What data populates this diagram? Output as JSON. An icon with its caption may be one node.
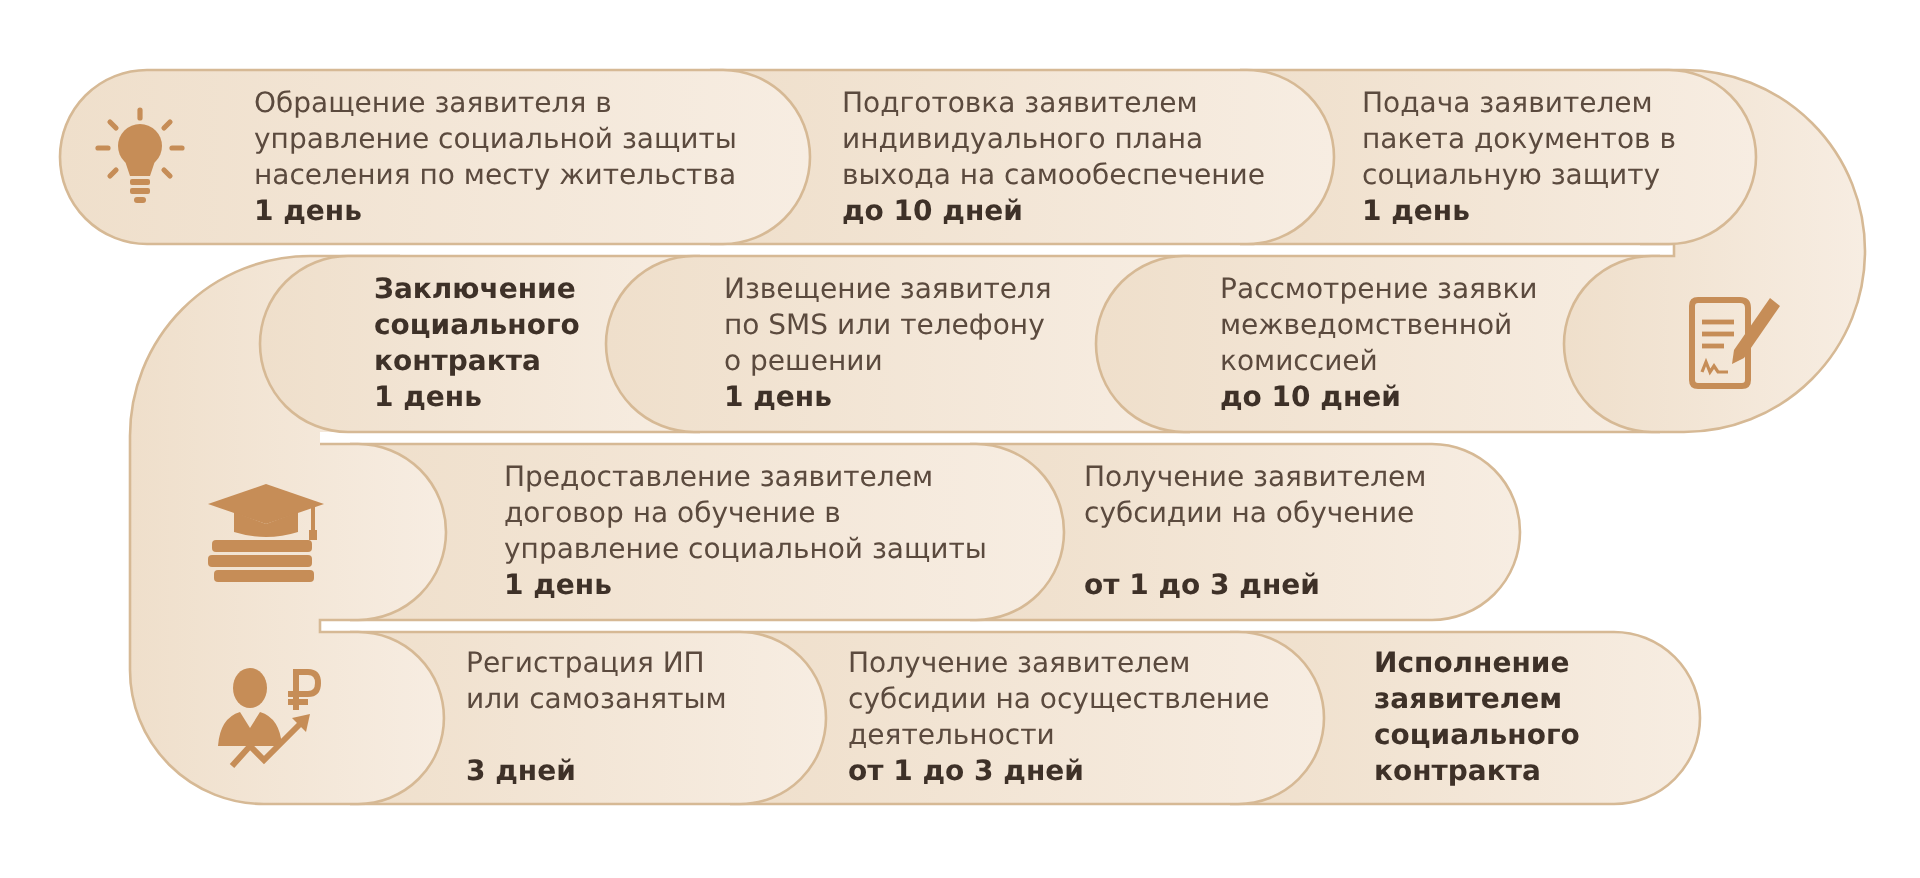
{
  "diagram": {
    "nodes": [
      {
        "text": [
          "Обращение заявителя в управление социальной защиты населения по месту жительства",
          "1 день"
        ]
      },
      {
        "text": [
          "Подготовка заявителем индивидуального плана выхода на самообеспечение",
          "до 10 дней"
        ]
      },
      {
        "text": [
          "Подача заявителем пакета документов в социальную защиту",
          "1 день"
        ]
      },
      {
        "text": [
          "Рассмотрение заявки межведомственной комиссией",
          "до 10 дней"
        ]
      },
      {
        "text": [
          "Извещение заявителя по SMS или телефону о решении",
          "1 день"
        ]
      },
      {
        "text": [
          "Заключение социального контракта",
          "1 день"
        ]
      },
      {
        "text": [
          "Предоставление заявителем договор на обучение в управление социальной защиты",
          "1 день"
        ]
      },
      {
        "text": [
          "Получение заявителем субсидии на обучение",
          "от 1 до 3 дней"
        ]
      },
      {
        "text": [
          "Регистрация ИП или самозанятым",
          "3 дней"
        ]
      },
      {
        "text": [
          "Получение заявителем субсидии на осуществление деятельности",
          "от 1 до 3 дней"
        ]
      },
      {
        "text": [
          "Исполнение заявителем социального контракта"
        ]
      }
    ]
  }
}
